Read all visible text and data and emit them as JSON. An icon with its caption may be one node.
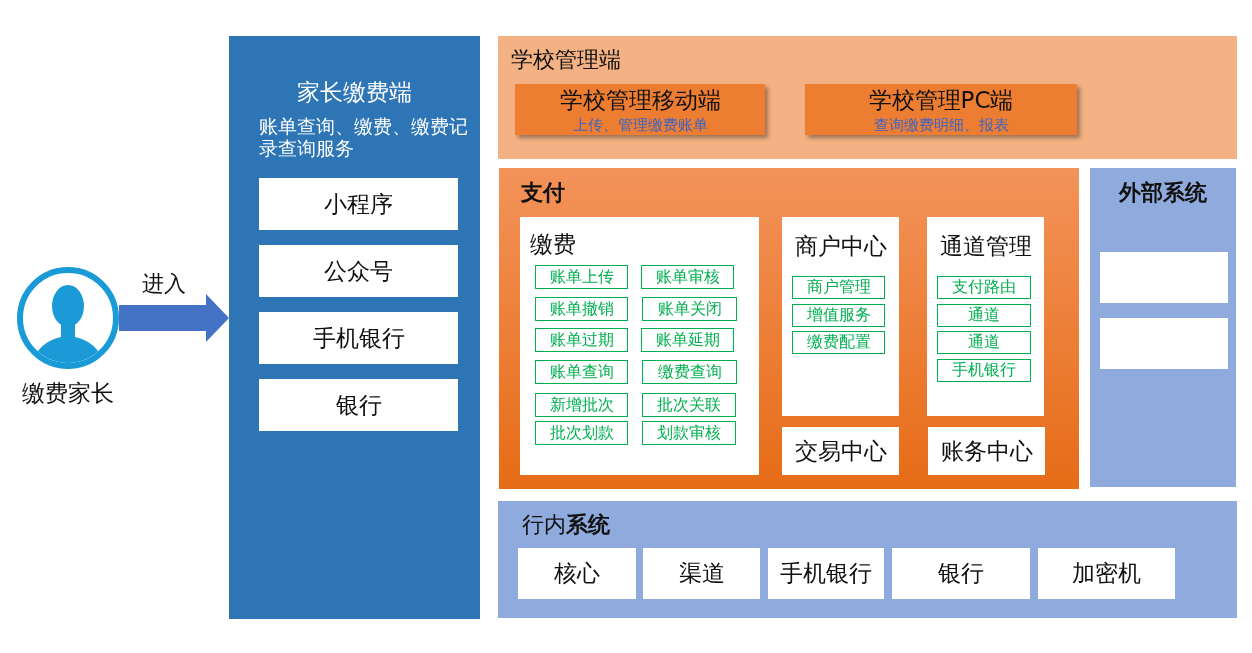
{
  "diagram": {
    "nodes": [
      {
        "text": [
          "缴费家长"
        ]
      },
      {
        "text": [
          "家长缴费端",
          "账单查询、缴费、缴费记录查询服务"
        ]
      },
      {
        "text": [
          "小程序"
        ],
        "in": 1
      },
      {
        "text": [
          "公众号"
        ],
        "in": 1
      },
      {
        "text": [
          "手机银行"
        ],
        "in": 1
      },
      {
        "text": [
          "银行"
        ],
        "in": 1
      },
      {
        "text": [
          "学校管理端"
        ]
      },
      {
        "text": [
          "学校管理移动端",
          "上传、管理缴费账单"
        ],
        "in": 6
      },
      {
        "text": [
          "学校管理PC端",
          "查询缴费明细、报表"
        ],
        "in": 6
      },
      {
        "text": [
          "支付"
        ]
      },
      {
        "text": [
          "缴费"
        ],
        "in": 9
      },
      {
        "text": [
          "账单上传"
        ],
        "in": 10
      },
      {
        "text": [
          "账单审核"
        ],
        "in": 10
      },
      {
        "text": [
          "账单撤销"
        ],
        "in": 10
      },
      {
        "text": [
          "账单关闭"
        ],
        "in": 10
      },
      {
        "text": [
          "账单过期"
        ],
        "in": 10
      },
      {
        "text": [
          "账单延期"
        ],
        "in": 10
      },
      {
        "text": [
          "账单查询"
        ],
        "in": 10
      },
      {
        "text": [
          "缴费查询"
        ],
        "in": 10
      },
      {
        "text": [
          "新增批次"
        ],
        "in": 10
      },
      {
        "text": [
          "批次关联"
        ],
        "in": 10
      },
      {
        "text": [
          "批次划款"
        ],
        "in": 10
      },
      {
        "text": [
          "划款审核"
        ],
        "in": 10
      },
      {
        "text": [
          "商户中心"
        ],
        "in": 9
      },
      {
        "text": [
          "商户管理"
        ],
        "in": 23
      },
      {
        "text": [
          "增值服务"
        ],
        "in": 23
      },
      {
        "text": [
          "缴费配置"
        ],
        "in": 23
      },
      {
        "text": [
          "通道管理"
        ],
        "in": 9
      },
      {
        "text": [
          "支付路由"
        ],
        "in": 27
      },
      {
        "text": [
          "通道"
        ],
        "in": 27
      },
      {
        "text": [
          "通道"
        ],
        "in": 27
      },
      {
        "text": [
          "手机银行"
        ],
        "in": 27
      },
      {
        "text": [
          "交易中心"
        ],
        "in": 9
      },
      {
        "text": [
          "账务中心"
        ],
        "in": 9
      },
      {
        "text": [
          "外部系统"
        ]
      },
      {
        "text": [],
        "shape": "box",
        "in": 34
      },
      {
        "text": [],
        "shape": "box",
        "in": 34
      },
      {
        "text": [
          "行内**系统**"
        ]
      },
      {
        "text": [
          "核心"
        ],
        "in": 37
      },
      {
        "text": [
          "渠道"
        ],
        "in": 37
      },
      {
        "text": [
          "手机银行"
        ],
        "in": 37
      },
      {
        "text": [
          "银行"
        ],
        "in": 37
      },
      {
        "text": [
          "加密机"
        ],
        "in": 37
      }
    ],
    "edges": [
      {
        "from": 0,
        "to": 1,
        "arrow": "to",
        "label": "进入"
      }
    ]
  }
}
